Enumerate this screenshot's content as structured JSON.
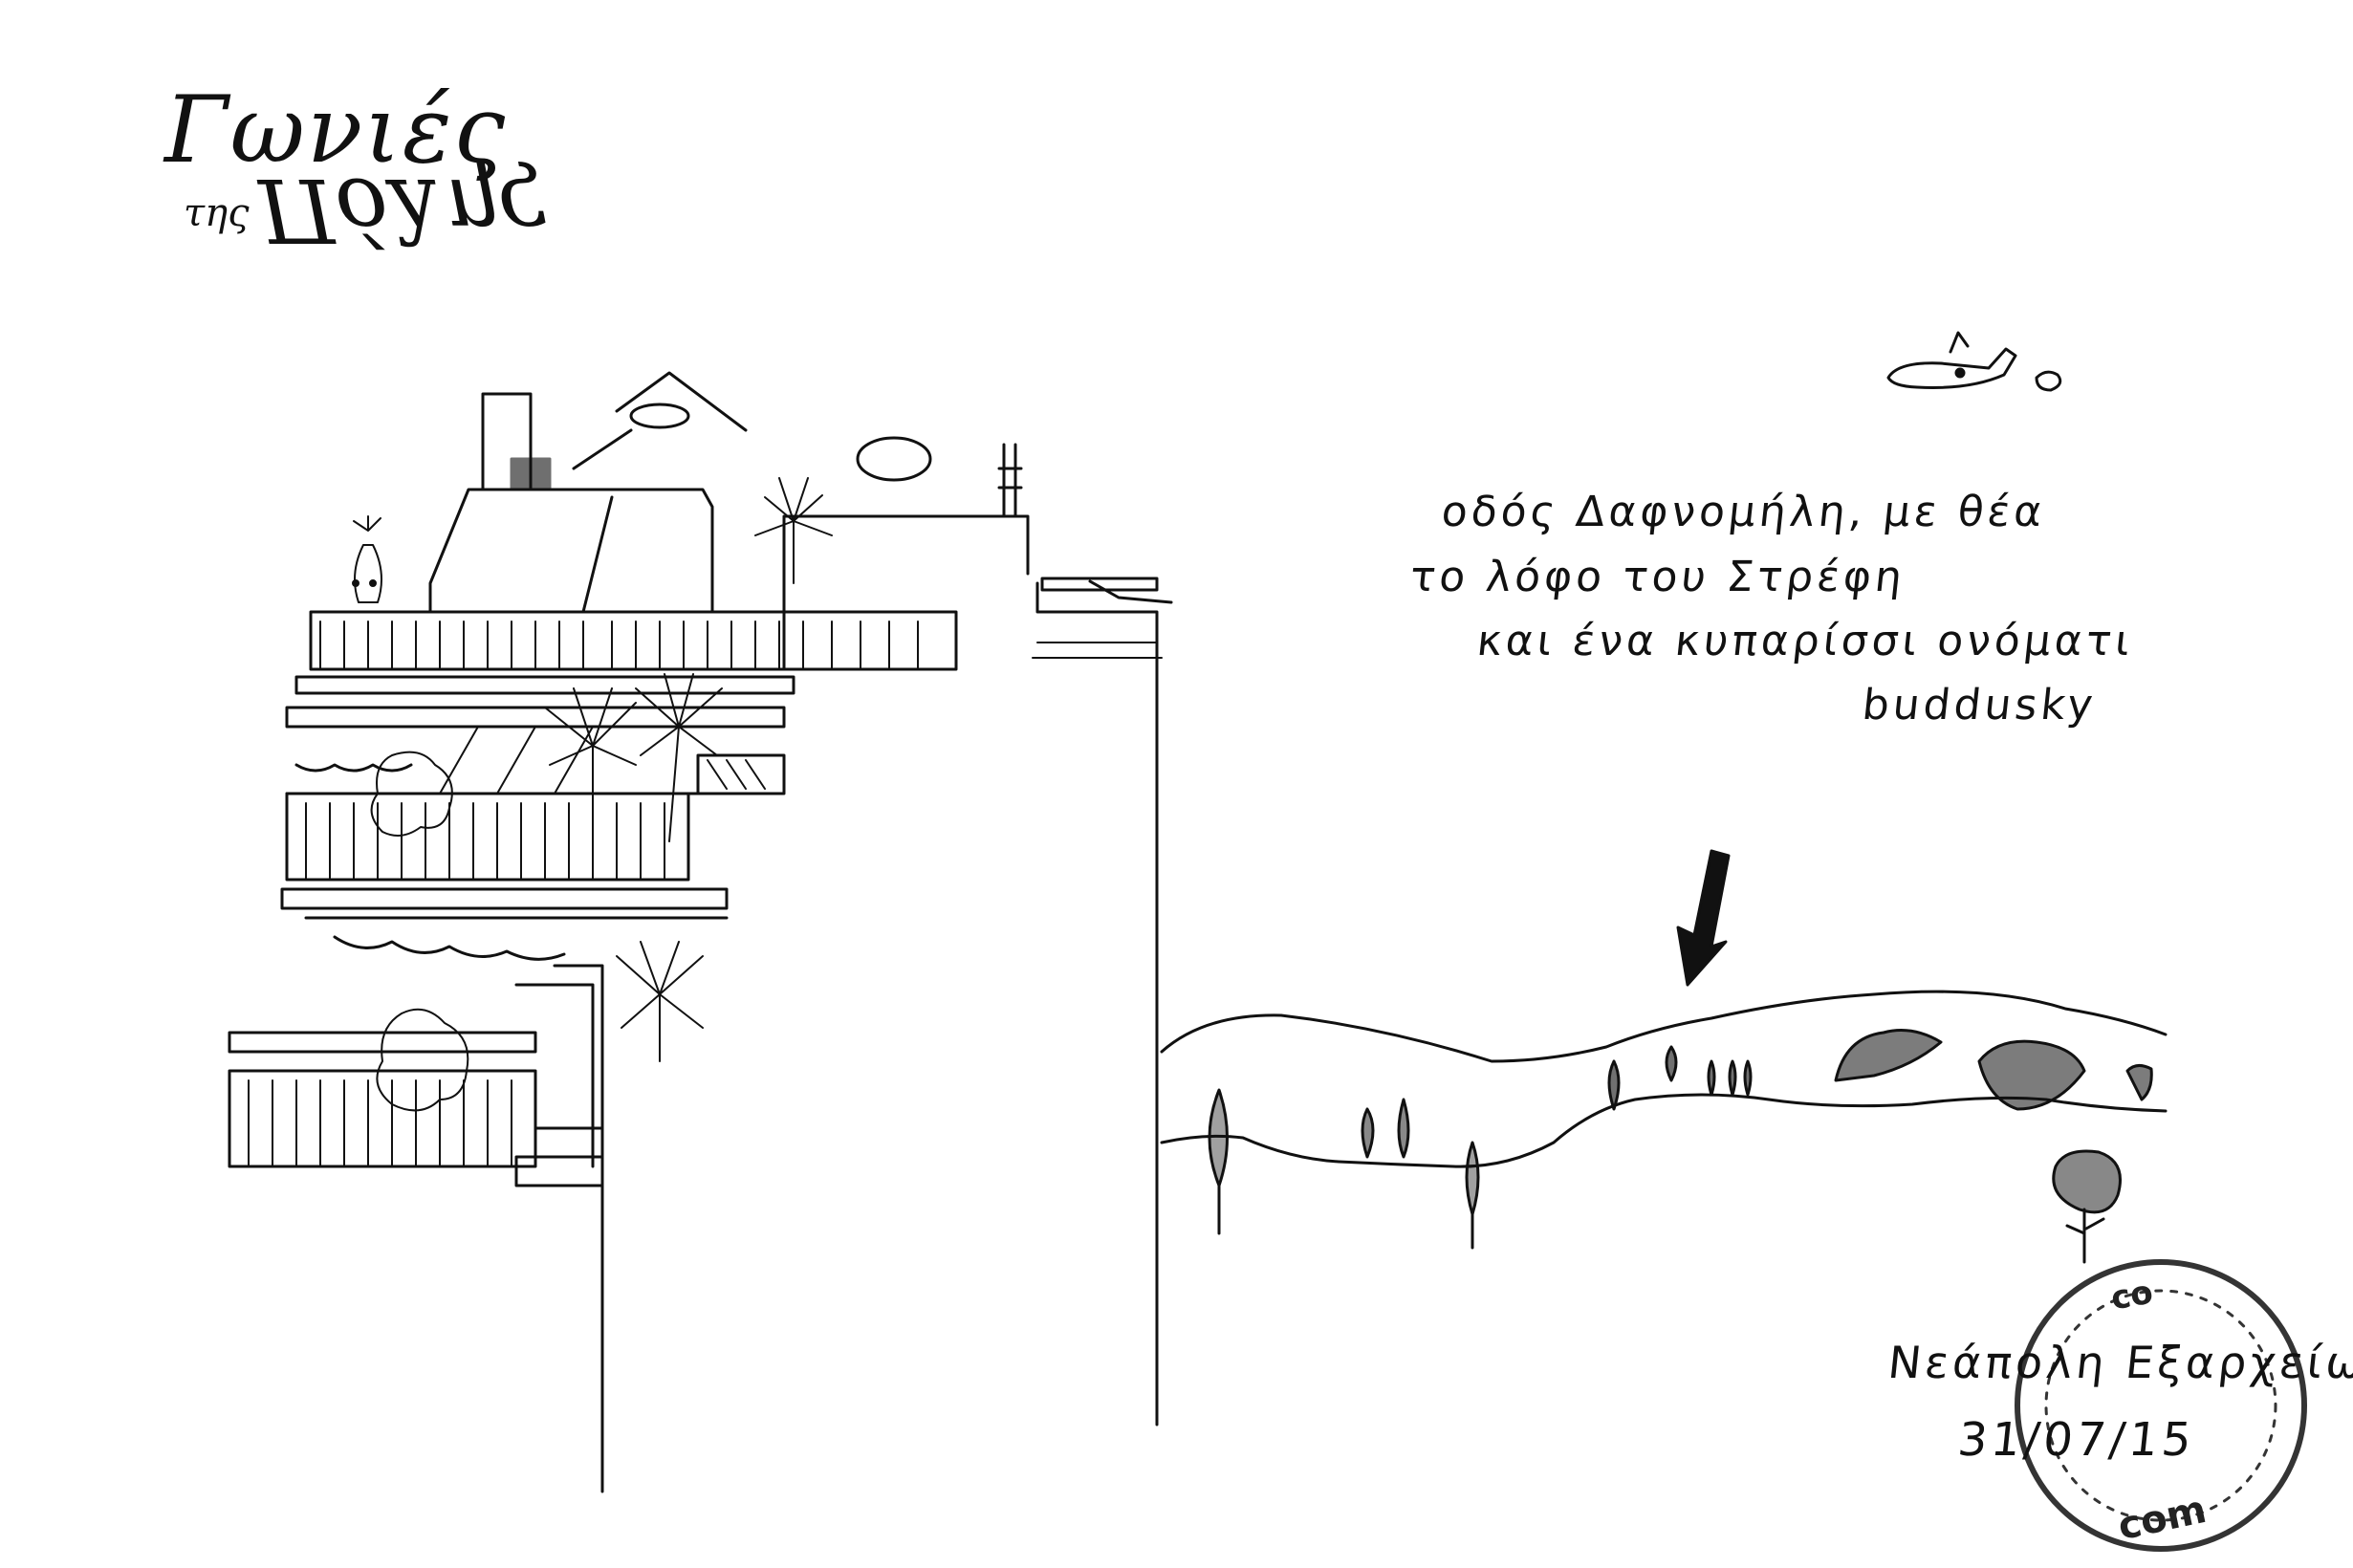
{
  "logo": {
    "top_word": "Γωνιές",
    "small_word": "της",
    "bottom_word": "Πόλης"
  },
  "caption": {
    "line1": "οδός Δαφνομήλη, με θέα",
    "line2": "το λόφο του Στρέφη",
    "line3": "και ένα κυπαρίσσι ονόματι",
    "line4": "buddusky"
  },
  "signature": {
    "place": "Νεάπολη Εξαρχείων",
    "date": "31/07/15"
  },
  "stamp": {
    "text_top": "co",
    "text_bottom": "com"
  },
  "colors": {
    "ink": "#111111",
    "paper": "#ffffff"
  }
}
